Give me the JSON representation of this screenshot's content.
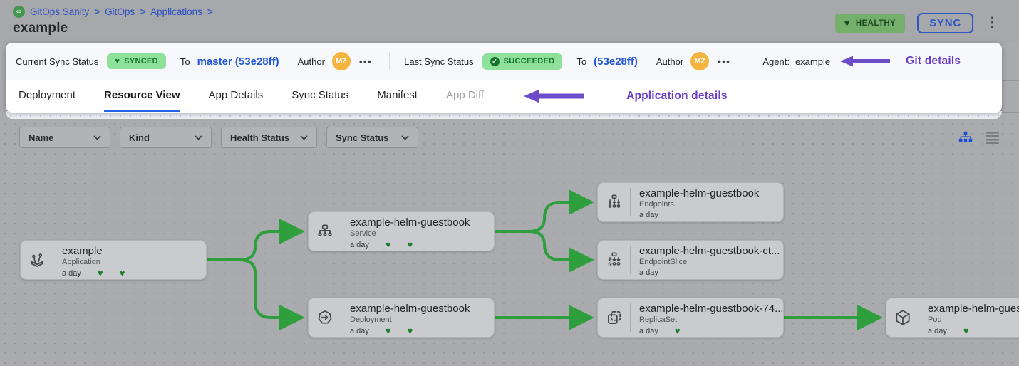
{
  "colors": {
    "accent_blue": "#2356d4",
    "badge_green_bg": "#8ee09a",
    "badge_green_text": "#15722a",
    "health_badge_bg": "#74af6c",
    "edge_green": "#2f9e3d",
    "annotation_purple": "#6d4cc9",
    "avatar_orange": "#f4b43e",
    "active_tab_underline": "#2563eb"
  },
  "icons": {
    "heart": "♥",
    "check": "✓",
    "kebab": "⋮",
    "logo": "∞"
  },
  "breadcrumb": {
    "items": [
      "GitOps Sanity",
      "GitOps",
      "Applications"
    ],
    "separator": ">"
  },
  "page_title": "example",
  "header": {
    "health_badge": "HEALTHY",
    "sync_button": "SYNC"
  },
  "status_bar": {
    "current_sync": {
      "label": "Current Sync Status",
      "badge": "SYNCED",
      "to": "To",
      "revision": "master (53e28ff)",
      "author_label": "Author",
      "author_initials": "MZ",
      "more": "•••"
    },
    "last_sync": {
      "label": "Last Sync Status",
      "badge": "SUCCEEDED",
      "to": "To",
      "revision": "(53e28ff)",
      "author_label": "Author",
      "author_initials": "MZ",
      "more": "•••"
    },
    "agent_label": "Agent:",
    "agent_value": "example",
    "annotation": "Git details"
  },
  "tabs": {
    "items": [
      "Deployment",
      "Resource View",
      "App Details",
      "Sync Status",
      "Manifest",
      "App Diff"
    ],
    "active": "Resource View",
    "disabled": "App Diff",
    "annotation": "Application details"
  },
  "filters": {
    "name": "Name",
    "kind": "Kind",
    "health": "Health Status",
    "sync": "Sync Status"
  },
  "graph": {
    "nodes": [
      {
        "name": "example",
        "kind": "Application",
        "age": "a day",
        "hearts": 2
      },
      {
        "name": "example-helm-guestbook",
        "kind": "Service",
        "age": "a day",
        "hearts": 2
      },
      {
        "name": "example-helm-guestbook",
        "kind": "Deployment",
        "age": "a day",
        "hearts": 2
      },
      {
        "name": "example-helm-guestbook",
        "kind": "Endpoints",
        "age": "a day",
        "hearts": 0
      },
      {
        "name": "example-helm-guestbook-ct...",
        "kind": "EndpointSlice",
        "age": "a day",
        "hearts": 0
      },
      {
        "name": "example-helm-guestbook-74...",
        "kind": "ReplicaSet",
        "age": "a day",
        "hearts": 1
      },
      {
        "name": "example-helm-guestbook",
        "kind": "Pod",
        "age": "a day",
        "hearts": 1
      }
    ]
  }
}
